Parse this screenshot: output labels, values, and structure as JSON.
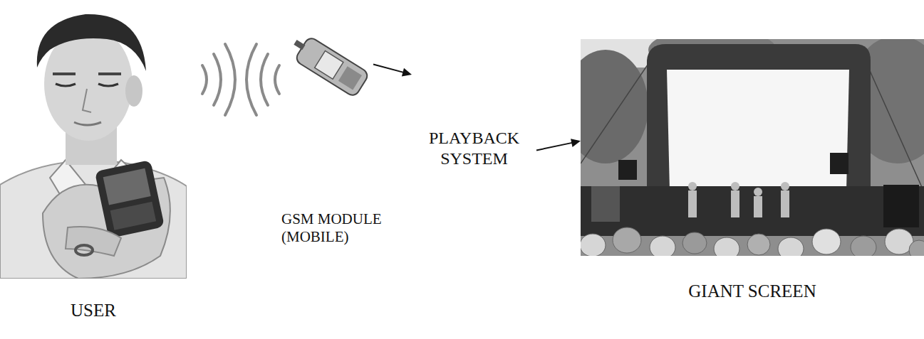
{
  "diagram": {
    "nodes": [
      {
        "text": [
          "USER"
        ]
      },
      {
        "text": [
          "GSM MODULE (MOBILE)"
        ]
      },
      {
        "text": [
          "PLAYBACK SYSTEM"
        ]
      },
      {
        "text": [
          "GIANT SCREEN"
        ]
      }
    ],
    "edges": [
      {
        "from": 1,
        "to": 2,
        "arrow": "to"
      },
      {
        "from": 2,
        "to": 3,
        "arrow": "to"
      }
    ]
  }
}
